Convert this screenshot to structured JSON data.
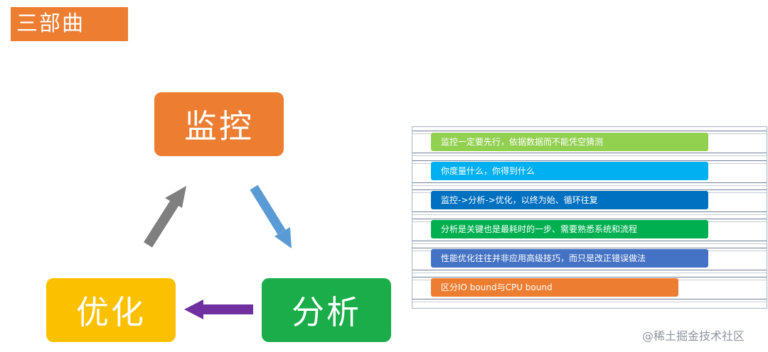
{
  "title": "三部曲",
  "cycle": {
    "monitor": "监控",
    "analyze": "分析",
    "optimize": "优化"
  },
  "notes": [
    {
      "text": "监控一定要先行，依据数据而不能凭空猜测",
      "color": "#92d050"
    },
    {
      "text": "你度量什么，你得到什么",
      "color": "#00b0f0"
    },
    {
      "text": "监控->分析->优化，以终为始、循环往复",
      "color": "#0070c0"
    },
    {
      "text": "分析是关键也是最耗时的一步、需要熟悉系统和流程",
      "color": "#00b050"
    },
    {
      "text": "性能优化往往并非应用高级技巧，而只是改正错误做法",
      "color": "#4472c4"
    },
    {
      "text": "区分IO bound与CPU bound",
      "color": "#ed7d31"
    }
  ],
  "arrow_colors": {
    "monitor_to_analyze": "#5b9bd5",
    "analyze_to_optimize": "#7030a0",
    "optimize_to_monitor": "#7f7f7f"
  },
  "watermark": "@稀土掘金技术社区"
}
